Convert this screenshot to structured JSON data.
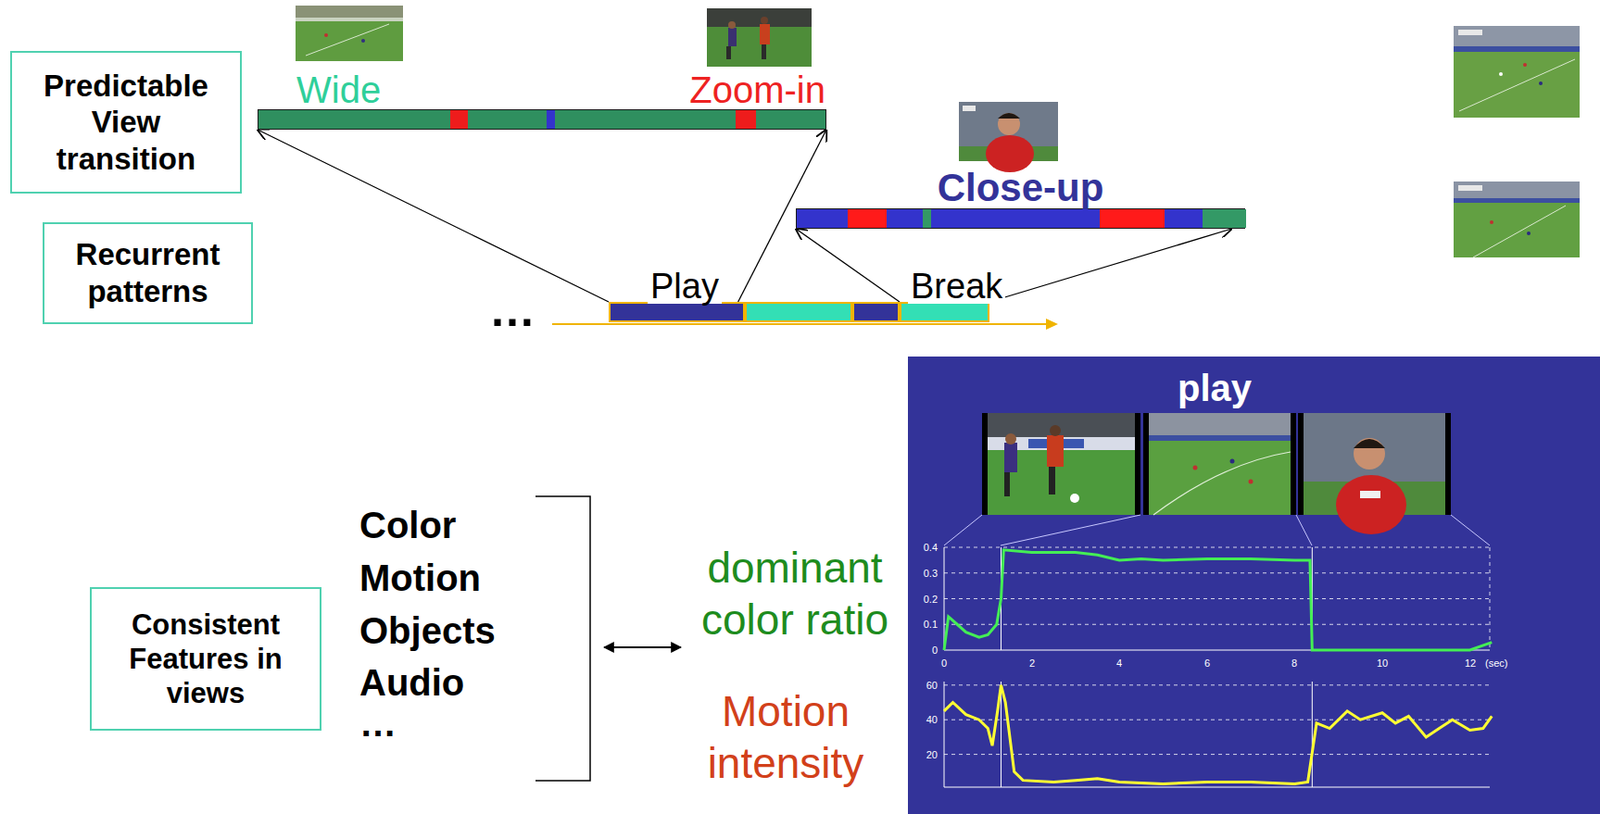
{
  "diagram": {
    "nodes": [
      {
        "text": [
          "Predictable View transition"
        ]
      },
      {
        "text": [
          "Wide",
          "Zoom-in"
        ]
      },
      {
        "text": [
          "Close-up"
        ]
      },
      {
        "text": [
          "Recurrent patterns"
        ]
      },
      {
        "text": [
          "Play"
        ]
      },
      {
        "text": [
          "Break"
        ]
      },
      {
        "text": [
          "Consistent Features in views"
        ]
      },
      {
        "text": [
          "play"
        ]
      }
    ],
    "edges": [
      {
        "from": 4,
        "to": 1,
        "arrow": "to"
      },
      {
        "from": 4,
        "to": 1,
        "arrow": "to"
      },
      {
        "from": 5,
        "to": 2,
        "arrow": "to"
      },
      {
        "from": 5,
        "to": 2,
        "arrow": "to"
      }
    ],
    "labels": [
      "…",
      "Color",
      "Motion",
      "Objects",
      "Audio",
      "…",
      "dominant color ratio",
      "Motion intensity",
      "0.4",
      "0.3",
      "0.2",
      "0.1",
      "0",
      "0",
      "2",
      "4",
      "6",
      "8",
      "10",
      "12",
      "(sec)",
      "60",
      "40",
      "20"
    ]
  }
}
